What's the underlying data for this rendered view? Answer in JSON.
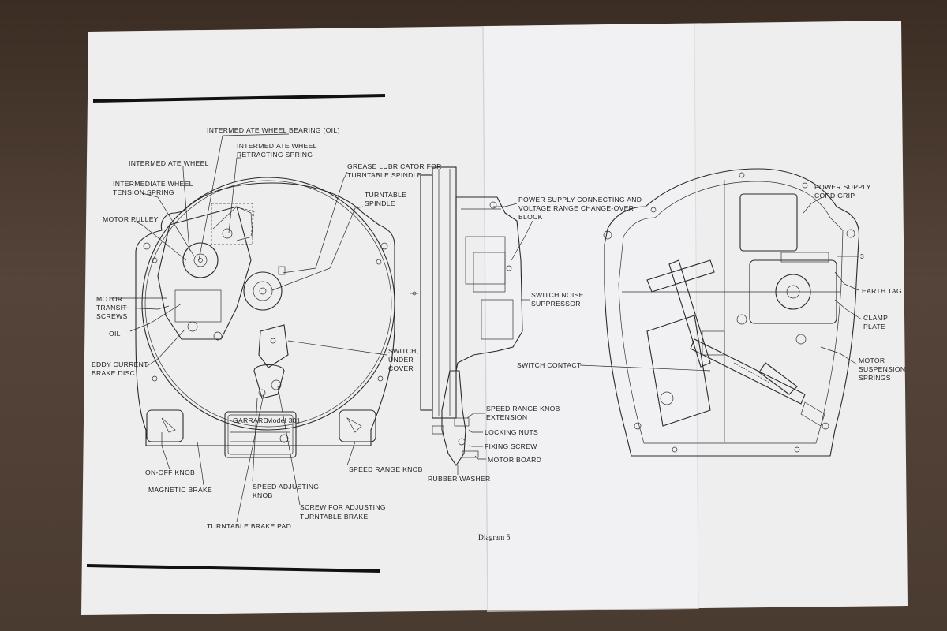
{
  "diagram": {
    "caption": "Diagram 5",
    "left_labels": {
      "intermediate_wheel_bearing": "INTERMEDIATE WHEEL BEARING (OIL)",
      "intermediate_wheel_retracting_spring_1": "INTERMEDIATE WHEEL",
      "intermediate_wheel_retracting_spring_2": "RETRACTING SPRING",
      "intermediate_wheel": "INTERMEDIATE WHEEL",
      "intermediate_wheel_tension_spring_1": "INTERMEDIATE WHEEL",
      "intermediate_wheel_tension_spring_2": "TENSION SPRING",
      "motor_pulley": "MOTOR PULLEY",
      "motor_transit_screws_1": "MOTOR",
      "motor_transit_screws_2": "TRANSIT",
      "motor_transit_screws_3": "SCREWS",
      "oil": "OIL",
      "eddy_current_brake_disc_1": "EDDY CURRENT",
      "eddy_current_brake_disc_2": "BRAKE DISC",
      "grease_lubricator_1": "GREASE LUBRICATOR FOR",
      "grease_lubricator_2": "TURNTABLE SPINDLE",
      "turntable_spindle_1": "TURNTABLE",
      "turntable_spindle_2": "SPINDLE",
      "switch_under_cover_1": "SWITCH,",
      "switch_under_cover_2": "UNDER",
      "switch_under_cover_3": "COVER",
      "on_off_knob": "ON-OFF KNOB",
      "magnetic_brake": "MAGNETIC BRAKE",
      "speed_adjusting_knob_1": "SPEED ADJUSTING",
      "speed_adjusting_knob_2": "KNOB",
      "speed_range_knob": "SPEED RANGE KNOB",
      "screw_adjusting_brake_1": "SCREW FOR ADJUSTING",
      "screw_adjusting_brake_2": "TURNTABLE BRAKE",
      "turntable_brake_pad": "TURNTABLE BRAKE PAD"
    },
    "middle_labels": {
      "power_supply_1": "POWER SUPPLY CONNECTING AND",
      "power_supply_2": "VOLTAGE RANGE CHANGE-OVER",
      "power_supply_3": "BLOCK",
      "switch_noise_1": "SWITCH NOISE",
      "switch_noise_2": "SUPPRESSOR",
      "switch_contact": "SWITCH CONTACT",
      "speed_range_ext_1": "SPEED RANGE KNOB",
      "speed_range_ext_2": "EXTENSION",
      "locking_nuts": "LOCKING NUTS",
      "fixing_screw": "FIXING SCREW",
      "motor_board": "MOTOR BOARD",
      "rubber_washer": "RUBBER WASHER"
    },
    "right_labels": {
      "power_supply_cord_grip_1": "POWER SUPPLY",
      "power_supply_cord_grip_2": "CORD GRIP",
      "earth_tag": "EARTH TAG",
      "clamp_plate_1": "CLAMP",
      "clamp_plate_2": "PLATE",
      "motor_suspension_1": "MOTOR",
      "motor_suspension_2": "SUSPENSION",
      "motor_suspension_3": "SPRINGS"
    },
    "nameplate": {
      "brand": "GARRARD",
      "model": "Model 301"
    }
  }
}
